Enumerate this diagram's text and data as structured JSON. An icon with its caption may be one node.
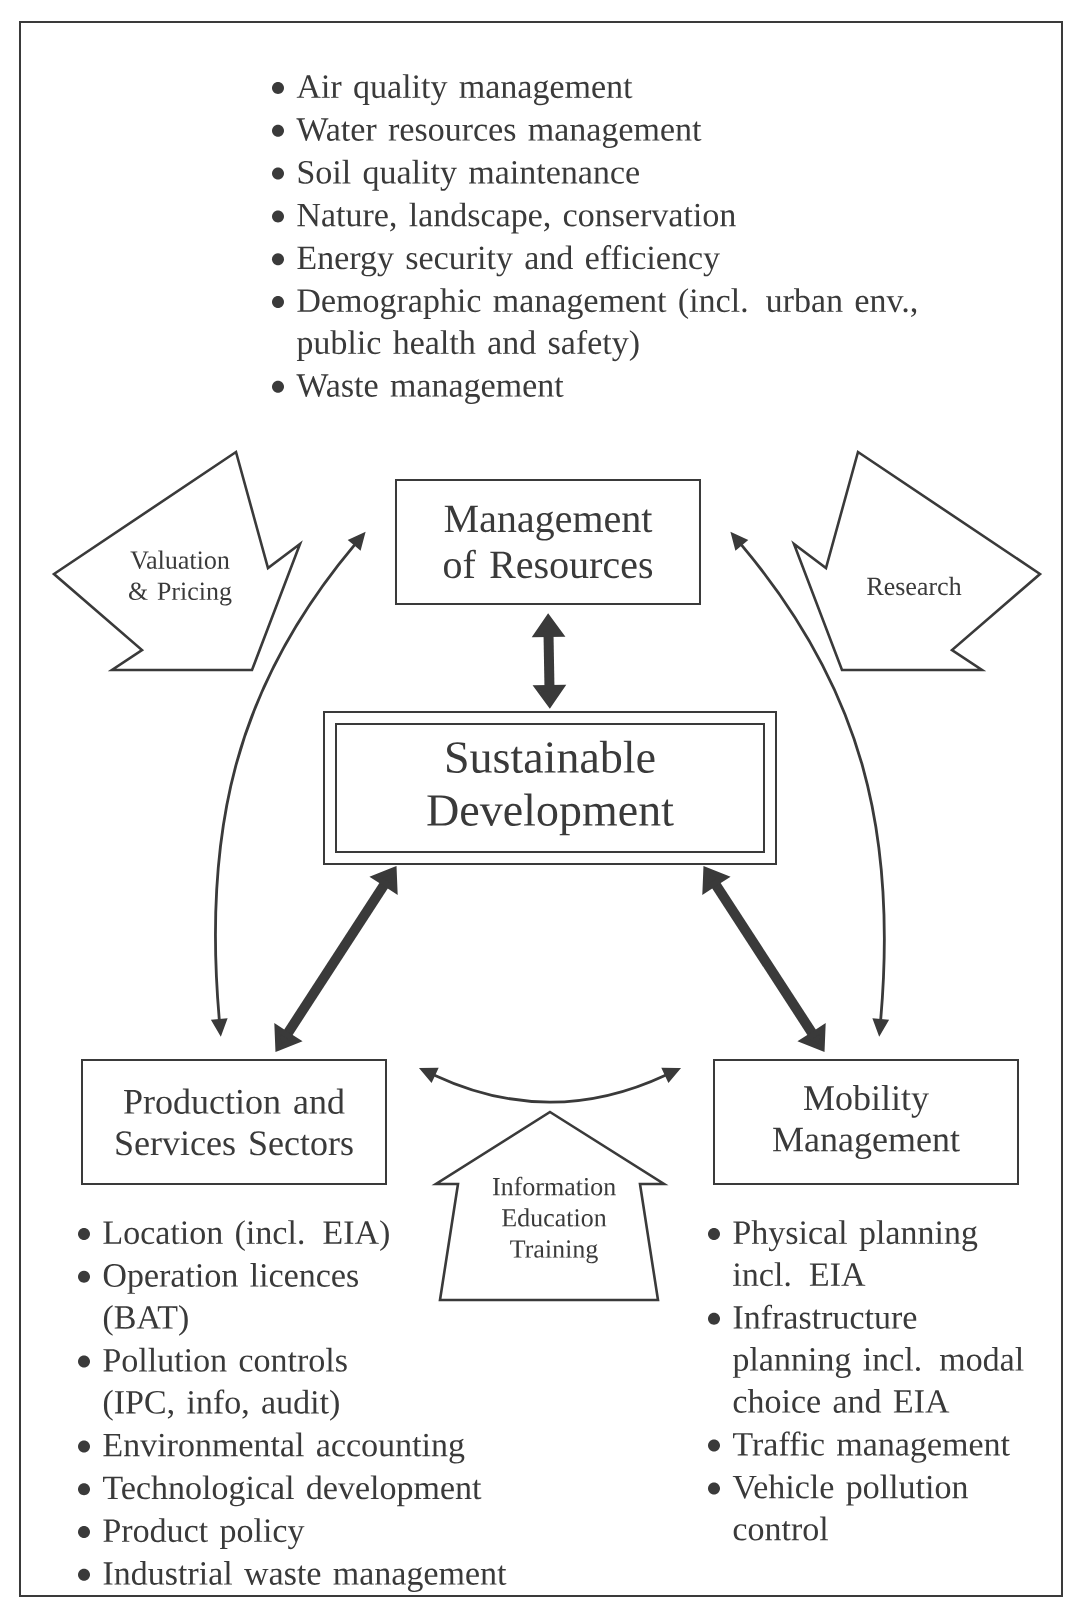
{
  "diagram": {
    "nodes": [
      {
        "text": [
          "Management of Resources"
        ],
        "beside": [
          "Air quality management",
          "Water resources management",
          "Soil quality maintenance",
          "Nature, landscape, conservation",
          "Energy security and efficiency",
          "Demographic management (incl. urban env., public health and safety)",
          "Waste management"
        ]
      },
      {
        "text": [
          "Sustainable Development"
        ]
      },
      {
        "text": [
          "Production and Services Sectors"
        ],
        "beside": [
          "Location (incl. EIA)",
          "Operation licences (BAT)",
          "Pollution controls (IPC, info, audit)",
          "Environmental accounting",
          "Technological development",
          "Product policy",
          "Industrial waste management"
        ]
      },
      {
        "text": [
          "Mobility Management"
        ],
        "beside": [
          "Physical planning incl. EIA",
          "Infrastructure planning incl. modal choice and EIA",
          "Traffic management",
          "Vehicle pollution control"
        ]
      },
      {
        "text": [
          "Valuation & Pricing"
        ]
      },
      {
        "text": [
          "Research"
        ]
      },
      {
        "text": [
          "Information Education Training"
        ]
      }
    ],
    "edges": [
      {
        "from": 0,
        "to": 1,
        "arrow": "both",
        "style": "thick"
      },
      {
        "from": 1,
        "to": 2,
        "arrow": "both",
        "style": "thick"
      },
      {
        "from": 1,
        "to": 3,
        "arrow": "both",
        "style": "thick"
      },
      {
        "from": 2,
        "to": 0,
        "arrow": "both"
      },
      {
        "from": 3,
        "to": 0,
        "arrow": "both"
      },
      {
        "from": 2,
        "to": 3,
        "arrow": "both"
      }
    ]
  }
}
